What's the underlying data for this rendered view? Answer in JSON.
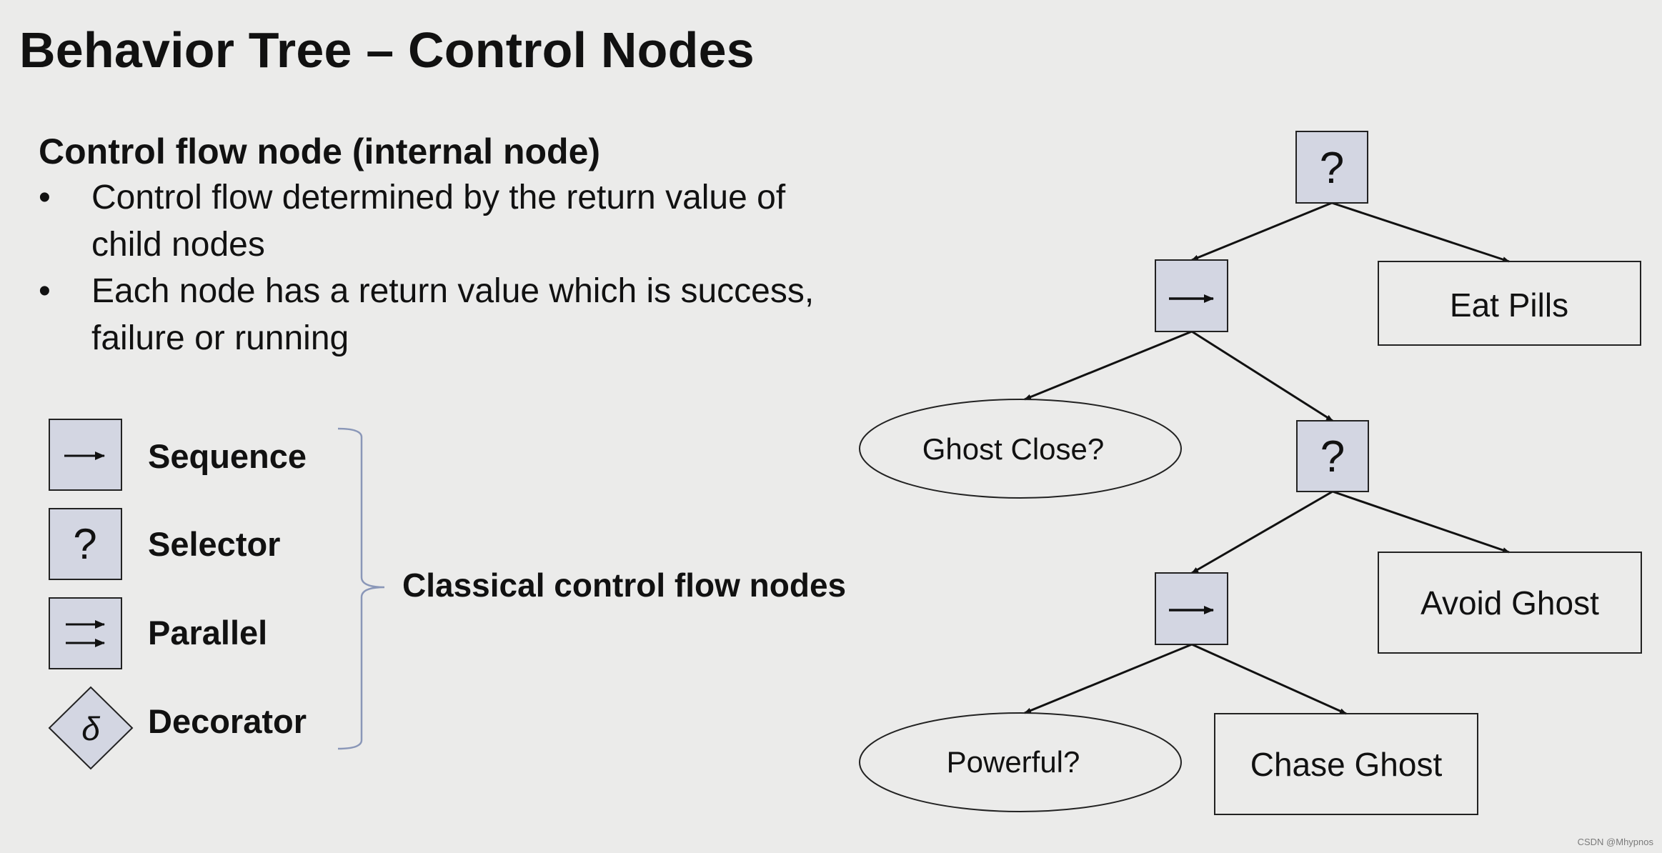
{
  "slide": {
    "title": "Behavior Tree – Control Nodes",
    "heading": "Control flow node (internal node)",
    "bullet_char": "•",
    "bullets": [
      [
        "Control flow determined by the return value of",
        "child nodes"
      ],
      [
        "Each node has a return value which is success,",
        "failure or running"
      ]
    ]
  },
  "legend": {
    "items": [
      {
        "label": "Sequence",
        "icon": "sequence-arrow-icon",
        "symbol": "→"
      },
      {
        "label": "Selector",
        "icon": "question-mark-icon",
        "symbol": "?"
      },
      {
        "label": "Parallel",
        "icon": "parallel-arrows-icon",
        "symbol": "⇉"
      },
      {
        "label": "Decorator",
        "icon": "delta-diamond-icon",
        "symbol": "δ"
      }
    ],
    "group_label": "Classical control flow nodes"
  },
  "tree": {
    "nodes": {
      "root_selector": {
        "type": "selector",
        "symbol": "?"
      },
      "sequence_1": {
        "type": "sequence",
        "symbol": "→"
      },
      "eat_pills": {
        "type": "action",
        "label": "Eat Pills"
      },
      "ghost_close": {
        "type": "condition",
        "label": "Ghost Close?"
      },
      "selector_2": {
        "type": "selector",
        "symbol": "?"
      },
      "sequence_2": {
        "type": "sequence",
        "symbol": "→"
      },
      "avoid_ghost": {
        "type": "action",
        "label": "Avoid Ghost"
      },
      "powerful": {
        "type": "condition",
        "label": "Powerful?"
      },
      "chase_ghost": {
        "type": "action",
        "label": "Chase Ghost"
      }
    },
    "edges": [
      [
        "root_selector",
        "sequence_1"
      ],
      [
        "root_selector",
        "eat_pills"
      ],
      [
        "sequence_1",
        "ghost_close"
      ],
      [
        "sequence_1",
        "selector_2"
      ],
      [
        "selector_2",
        "sequence_2"
      ],
      [
        "selector_2",
        "avoid_ghost"
      ],
      [
        "sequence_2",
        "powerful"
      ],
      [
        "sequence_2",
        "chase_ghost"
      ]
    ]
  },
  "colors": {
    "background": "#ebebea",
    "control_node_fill": "#d3d6e2",
    "stroke": "#222222",
    "bracket": "#8a97b8"
  },
  "credit": "CSDN @Mhypnos"
}
